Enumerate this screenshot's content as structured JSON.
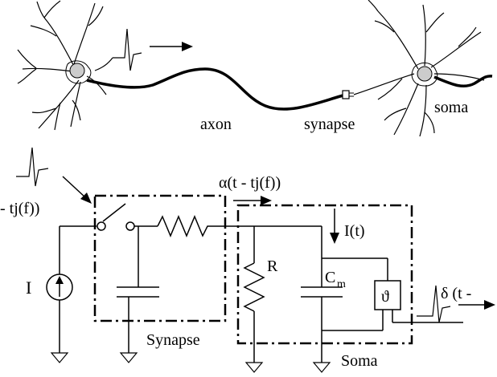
{
  "labels": {
    "axon": "axon",
    "synapse": "synapse",
    "soma_top": "soma",
    "input_spike": "- tj(f))",
    "alpha": "α(t - tj(f))",
    "current_it": "I(t)",
    "current_source": "I",
    "resistor_r": "R",
    "capacitor_c": "C",
    "capacitor_sub": "m",
    "threshold": "ϑ",
    "output_spike": "δ (t -",
    "synapse_box": "Synapse",
    "soma_box": "Soma"
  },
  "colors": {
    "line": "#000000",
    "cell_body": "#cccccc",
    "background": "#ffffff"
  },
  "icons": [
    "arrow-icon",
    "ground-icon",
    "current-source-icon",
    "threshold-icon",
    "spike-icon"
  ]
}
